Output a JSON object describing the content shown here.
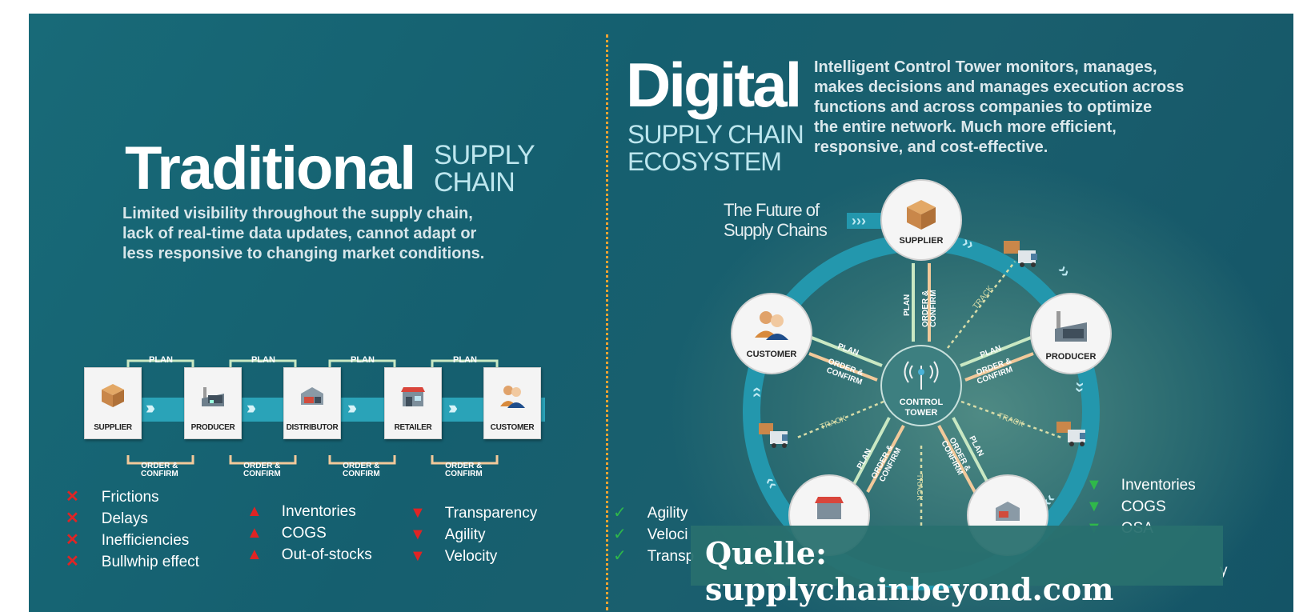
{
  "traditional": {
    "title_big": "Traditional",
    "title_small_1": "SUPPLY",
    "title_small_2": "CHAIN",
    "desc_1": "Limited visibility throughout the supply chain,",
    "desc_2": "lack of real-time data updates, cannot adapt or",
    "desc_3": "less responsive to changing market conditions.",
    "nodes": [
      "SUPPLIER",
      "PRODUCER",
      "DISTRIBUTOR",
      "RETAILER",
      "CUSTOMER"
    ],
    "plan_label": "PLAN",
    "order_label_1": "ORDER &",
    "order_label_2": "CONFIRM",
    "negatives": [
      "Frictions",
      "Delays",
      "Inefficiencies",
      "Bullwhip effect"
    ],
    "increases": [
      "Inventories",
      "COGS",
      "Out-of-stocks"
    ],
    "decreases": [
      "Transparency",
      "Agility",
      "Velocity"
    ],
    "colors": {
      "red": "#e02424",
      "band": "#2aa3b8"
    }
  },
  "digital": {
    "title_big": "Digital",
    "title_small_1": "SUPPLY CHAIN",
    "title_small_2": "ECOSYSTEM",
    "desc_1": "Intelligent Control Tower monitors, manages,",
    "desc_2": "makes decisions and manages execution across",
    "desc_3": "functions and across companies to optimize",
    "desc_4": "the entire network. Much more efficient,",
    "desc_5": "responsive, and cost-effective.",
    "future_1": "The Future of",
    "future_2": "Supply Chains",
    "nodes": {
      "supplier": "SUPPLIER",
      "producer": "PRODUCER",
      "customer": "CUSTOMER"
    },
    "center_1": "CONTROL",
    "center_2": "TOWER",
    "plan_label": "PLAN",
    "order_label_1": "ORDER &",
    "order_label_2": "CONFIRM",
    "track_label": "TRACK",
    "improvements": [
      "Agility",
      "Veloci",
      "Transp"
    ],
    "reductions": [
      "Inventories",
      "COGS",
      "OSA"
    ],
    "colors": {
      "green": "#2fb84a"
    }
  },
  "watermark": "Quelle: supplychainbeyond.com",
  "corner_text": "y"
}
